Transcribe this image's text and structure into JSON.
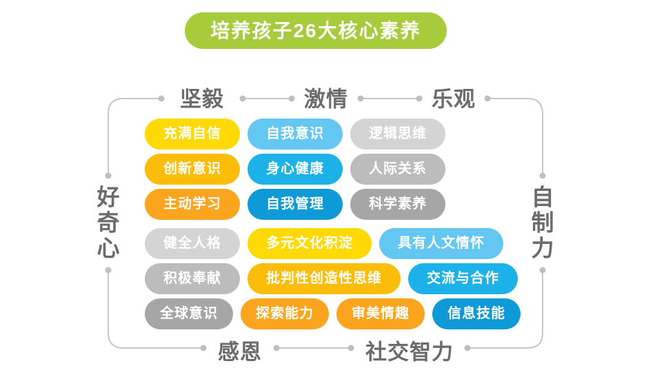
{
  "title": {
    "text": "培养孩子26大核心素养",
    "bg_color": "#a6cc3b",
    "text_color": "#ffffff"
  },
  "frame": {
    "line_color": "#c7c7cb",
    "dot_color": "#bfbfc3",
    "label_color": "#6b6b6b",
    "labels": {
      "top": [
        "坚毅",
        "激情",
        "乐观"
      ],
      "left": "好奇心",
      "right": "自制力",
      "bottom": [
        "感恩",
        "社交智力"
      ]
    }
  },
  "palette": {
    "yellow": "#ffd903",
    "gold": "#fcbd0a",
    "orange": "#faa51d",
    "blue_light": "#63c7f1",
    "blue_mid": "#1cb2e9",
    "blue_deep": "#0e9ad6",
    "gray_light": "#d4d4d4",
    "gray_mid": "#bcbcbc",
    "gray_dark": "#a6a6a6"
  },
  "rows": [
    {
      "pills": [
        {
          "label": "充满自信",
          "color": "yellow"
        },
        {
          "label": "自我意识",
          "color": "blue_light"
        },
        {
          "label": "逻辑思维",
          "color": "gray_light"
        }
      ]
    },
    {
      "pills": [
        {
          "label": "创新意识",
          "color": "gold"
        },
        {
          "label": "身心健康",
          "color": "blue_mid"
        },
        {
          "label": "人际关系",
          "color": "gray_mid"
        }
      ]
    },
    {
      "pills": [
        {
          "label": "主动学习",
          "color": "orange"
        },
        {
          "label": "自我管理",
          "color": "blue_deep"
        },
        {
          "label": "科学素养",
          "color": "gray_dark"
        }
      ]
    },
    {
      "pills": [
        {
          "label": "健全人格",
          "color": "gray_light"
        },
        {
          "label": "多元文化积淀",
          "color": "yellow"
        },
        {
          "label": "具有人文情怀",
          "color": "blue_light"
        }
      ]
    },
    {
      "pills": [
        {
          "label": "积极奉献",
          "color": "gray_mid"
        },
        {
          "label": "批判性创造性思维",
          "color": "gold"
        },
        {
          "label": "交流与合作",
          "color": "blue_mid"
        }
      ]
    },
    {
      "pills": [
        {
          "label": "全球意识",
          "color": "gray_dark"
        },
        {
          "label": "探索能力",
          "color": "orange"
        },
        {
          "label": "审美情趣",
          "color": "orange"
        },
        {
          "label": "信息技能",
          "color": "blue_deep"
        }
      ]
    }
  ]
}
